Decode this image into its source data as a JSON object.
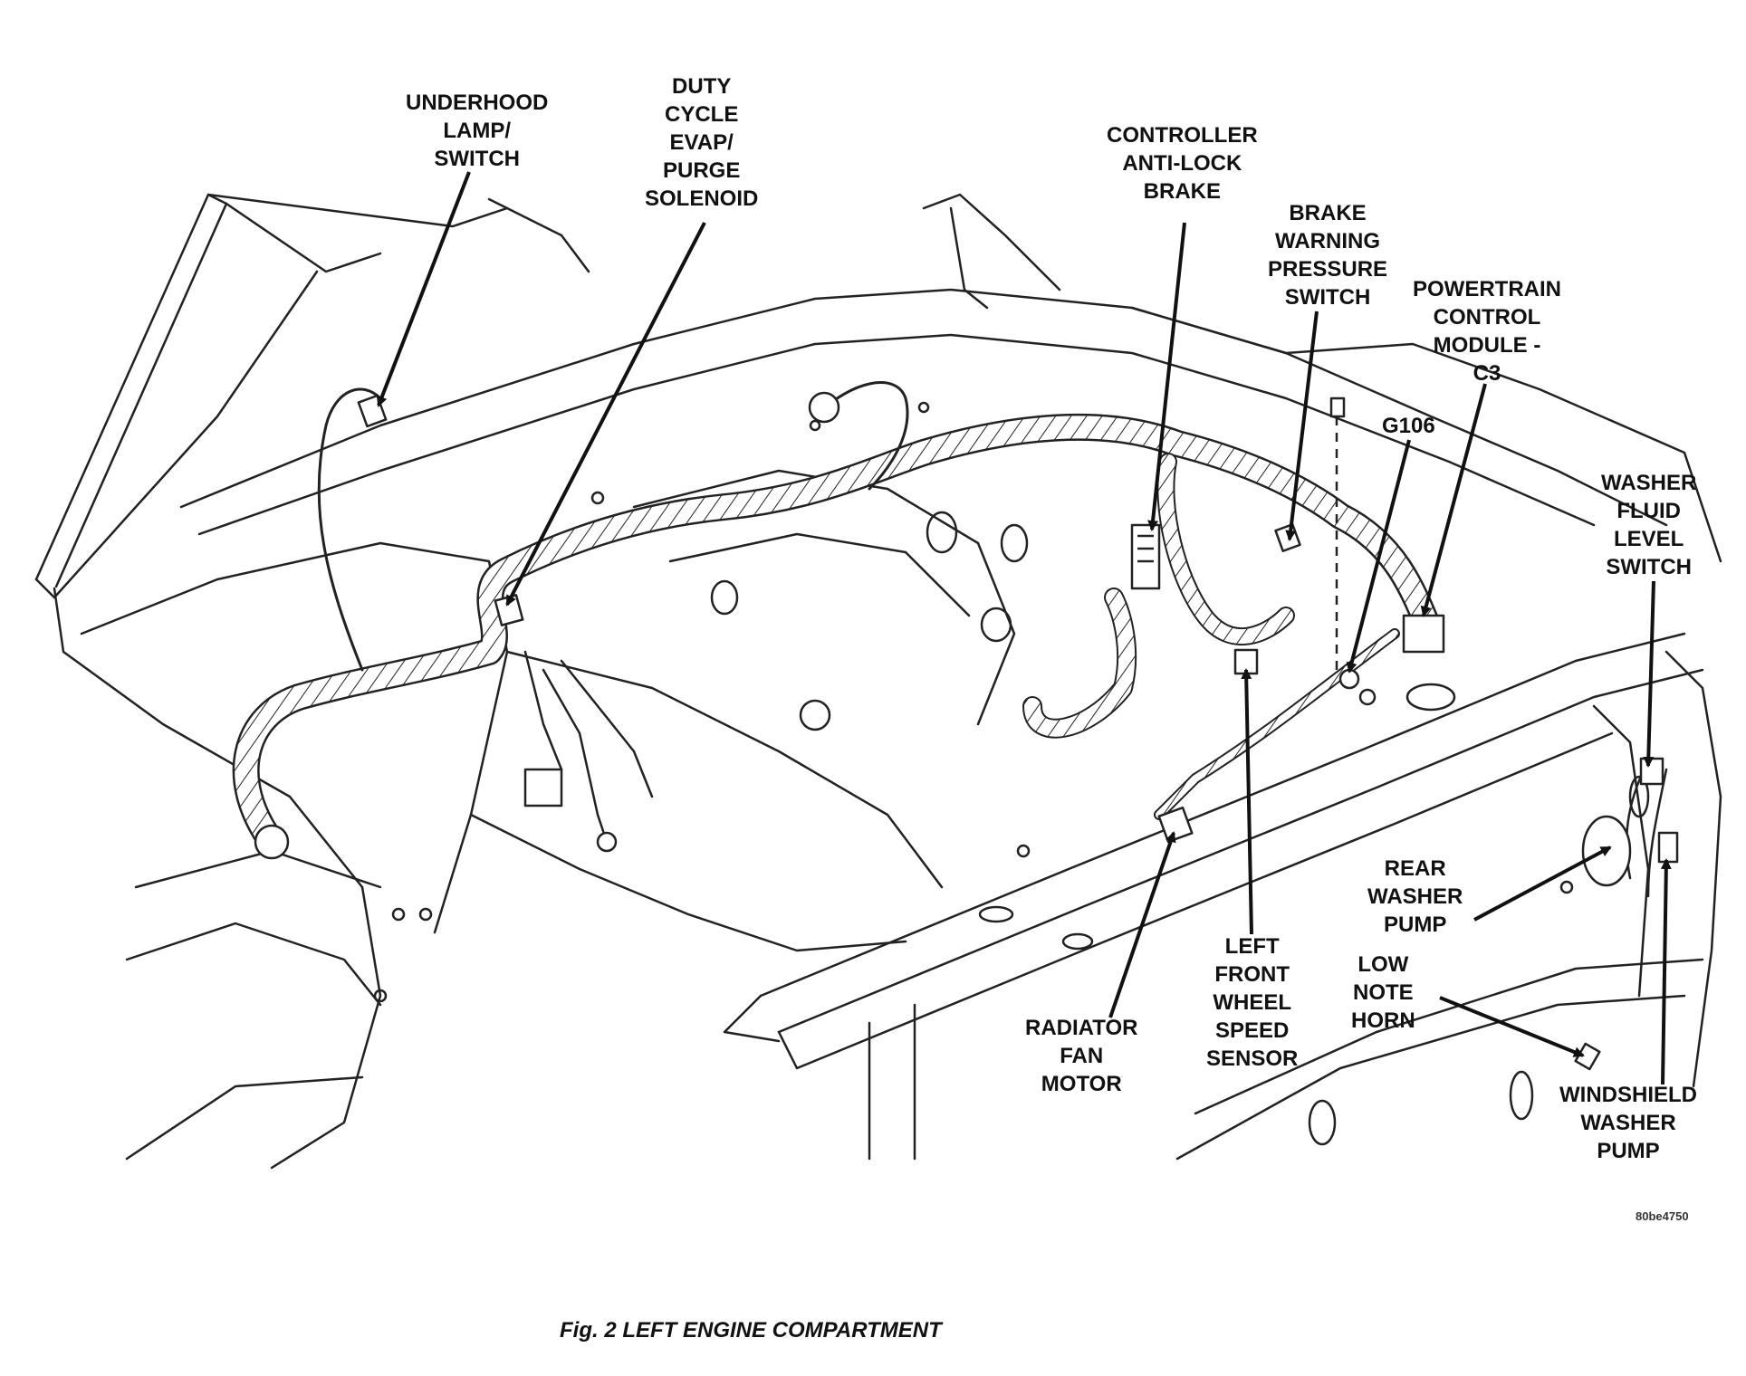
{
  "labels": {
    "underhood_lamp_switch": [
      "UNDERHOOD",
      "LAMP/",
      "SWITCH"
    ],
    "duty_cycle_evap_purge_solenoid": [
      "DUTY",
      "CYCLE",
      "EVAP/",
      "PURGE",
      "SOLENOID"
    ],
    "controller_anti_lock_brake": [
      "CONTROLLER",
      "ANTI-LOCK",
      "BRAKE"
    ],
    "brake_warning_pressure_switch": [
      "BRAKE",
      "WARNING",
      "PRESSURE",
      "SWITCH"
    ],
    "powertrain_control_module_c3": [
      "POWERTRAIN",
      "CONTROL",
      "MODULE -",
      "C3"
    ],
    "g106": "G106",
    "washer_fluid_level_switch": [
      "WASHER",
      "FLUID",
      "LEVEL",
      "SWITCH"
    ],
    "rear_washer_pump": [
      "REAR",
      "WASHER",
      "PUMP"
    ],
    "left_front_wheel_speed_sensor": [
      "LEFT",
      "FRONT",
      "WHEEL",
      "SPEED",
      "SENSOR"
    ],
    "low_note_horn": [
      "LOW",
      "NOTE",
      "HORN"
    ],
    "radiator_fan_motor": [
      "RADIATOR",
      "FAN",
      "MOTOR"
    ],
    "windshield_washer_pump": [
      "WINDSHIELD",
      "WASHER",
      "PUMP"
    ]
  },
  "figure_id": "80be4750",
  "caption": "Fig. 2 LEFT ENGINE COMPARTMENT"
}
